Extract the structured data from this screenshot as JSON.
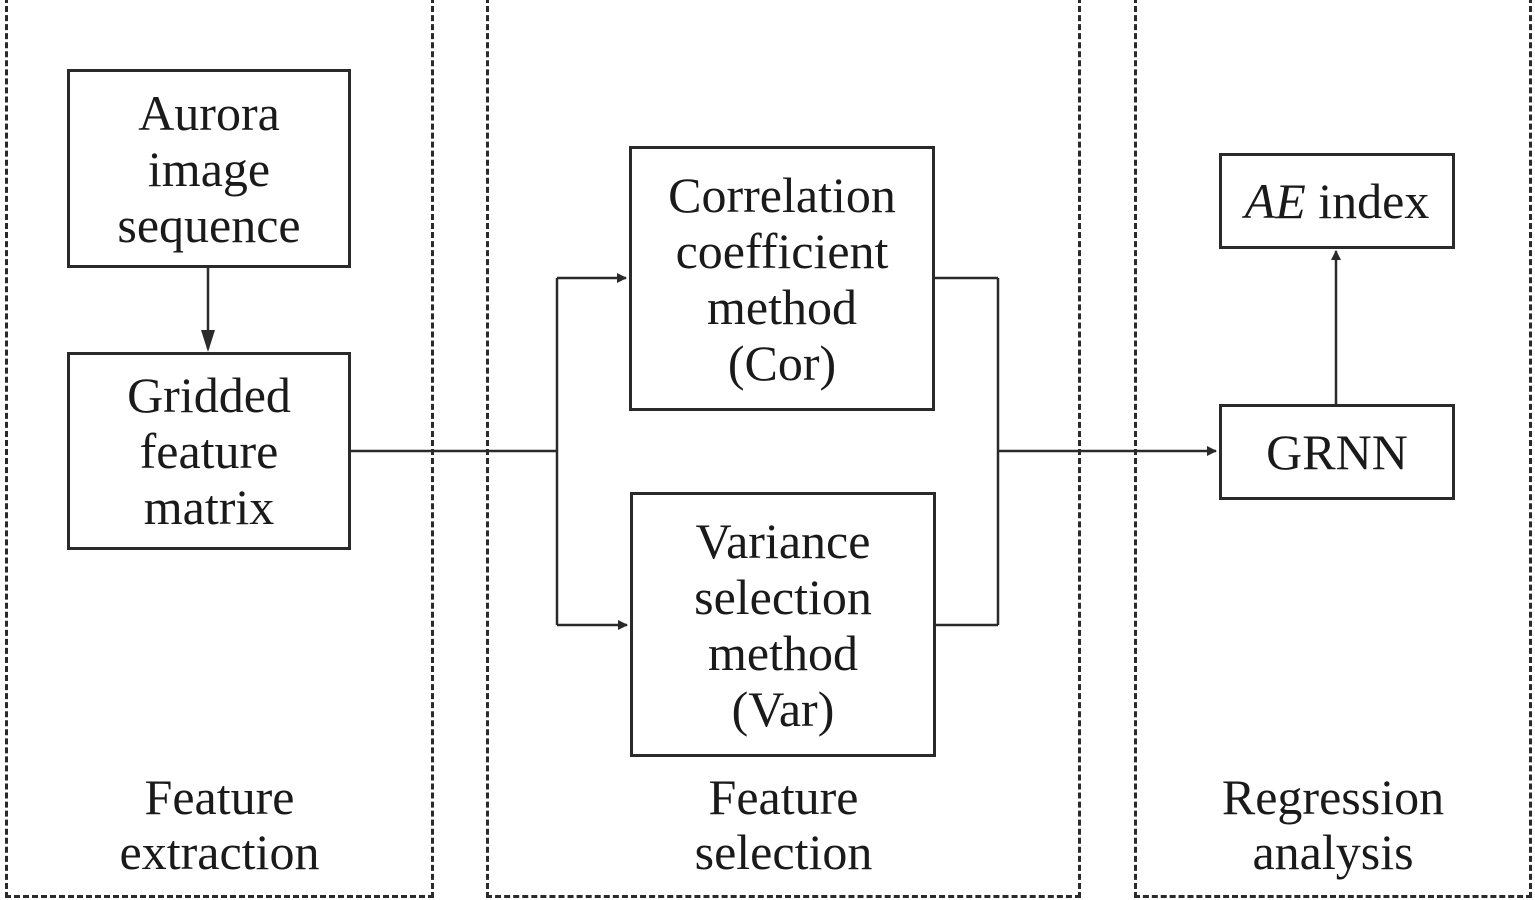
{
  "stages": {
    "extraction": {
      "label_lines": [
        "Feature",
        "extraction"
      ]
    },
    "selection": {
      "label_lines": [
        "Feature",
        "selection"
      ]
    },
    "regression": {
      "label_lines": [
        "Regression",
        "analysis"
      ]
    }
  },
  "nodes": {
    "aurora": {
      "lines": [
        "Aurora",
        "image",
        "sequence"
      ]
    },
    "gridded": {
      "lines": [
        "Gridded",
        "feature",
        "matrix"
      ]
    },
    "correlation": {
      "lines": [
        "Correlation",
        "coefficient",
        "method",
        "(Cor)"
      ]
    },
    "variance": {
      "lines": [
        "Variance",
        "selection",
        "method",
        "(Var)"
      ]
    },
    "grnn": {
      "lines": [
        "GRNN"
      ]
    },
    "ae_index": {
      "italic": "AE",
      "rest": " index"
    }
  },
  "colors": {
    "stroke": "#2a2a2a",
    "text": "#1a1a1a",
    "background": "#ffffff"
  }
}
